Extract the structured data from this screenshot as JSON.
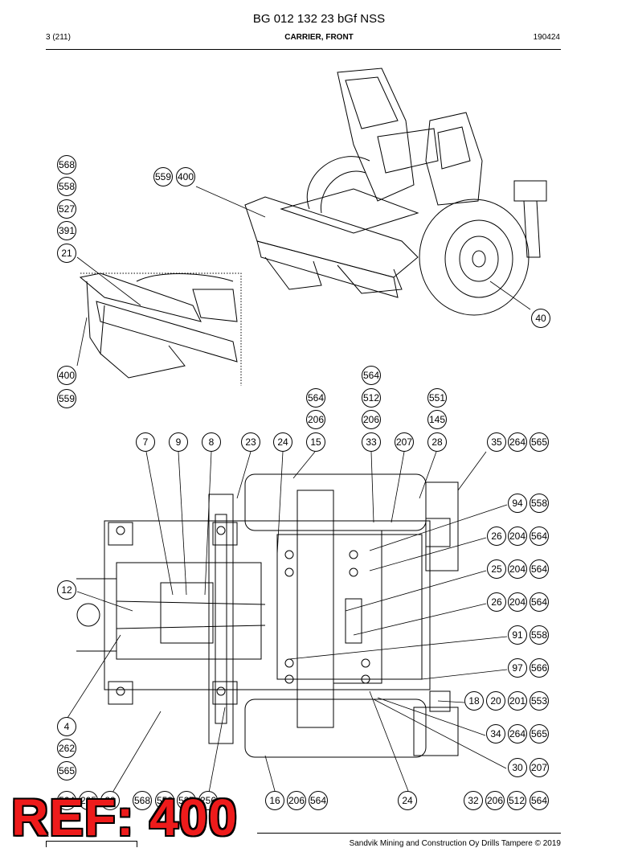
{
  "header": {
    "title": "BG 012 132 23 bGf NSS",
    "page": "3 (211)",
    "section": "CARRIER, FRONT",
    "date": "190424"
  },
  "callouts": [
    "568",
    "558",
    "527",
    "391",
    "21",
    "559",
    "400",
    "40",
    "400",
    "559",
    "564",
    "564",
    "512",
    "551",
    "206",
    "206",
    "145",
    "7",
    "9",
    "8",
    "23",
    "24",
    "15",
    "33",
    "207",
    "28",
    "35",
    "264",
    "565",
    "94",
    "558",
    "26",
    "204",
    "564",
    "25",
    "204",
    "564",
    "26",
    "204",
    "564",
    "12",
    "91",
    "558",
    "97",
    "566",
    "18",
    "20",
    "201",
    "553",
    "4",
    "262",
    "565",
    "34",
    "264",
    "565",
    "30",
    "207",
    "564",
    "205",
    "20",
    "568",
    "558",
    "527",
    "256",
    "16",
    "206",
    "564",
    "24",
    "32",
    "206",
    "512",
    "564"
  ],
  "reference": "REF: 400",
  "footer": {
    "copyright": "Sandvik Mining and Construction Oy Drills Tampere © 2019"
  },
  "colors": {
    "line": "#000000",
    "stamp_fill": "#ee1b1b",
    "stamp_outline": "#000000"
  }
}
